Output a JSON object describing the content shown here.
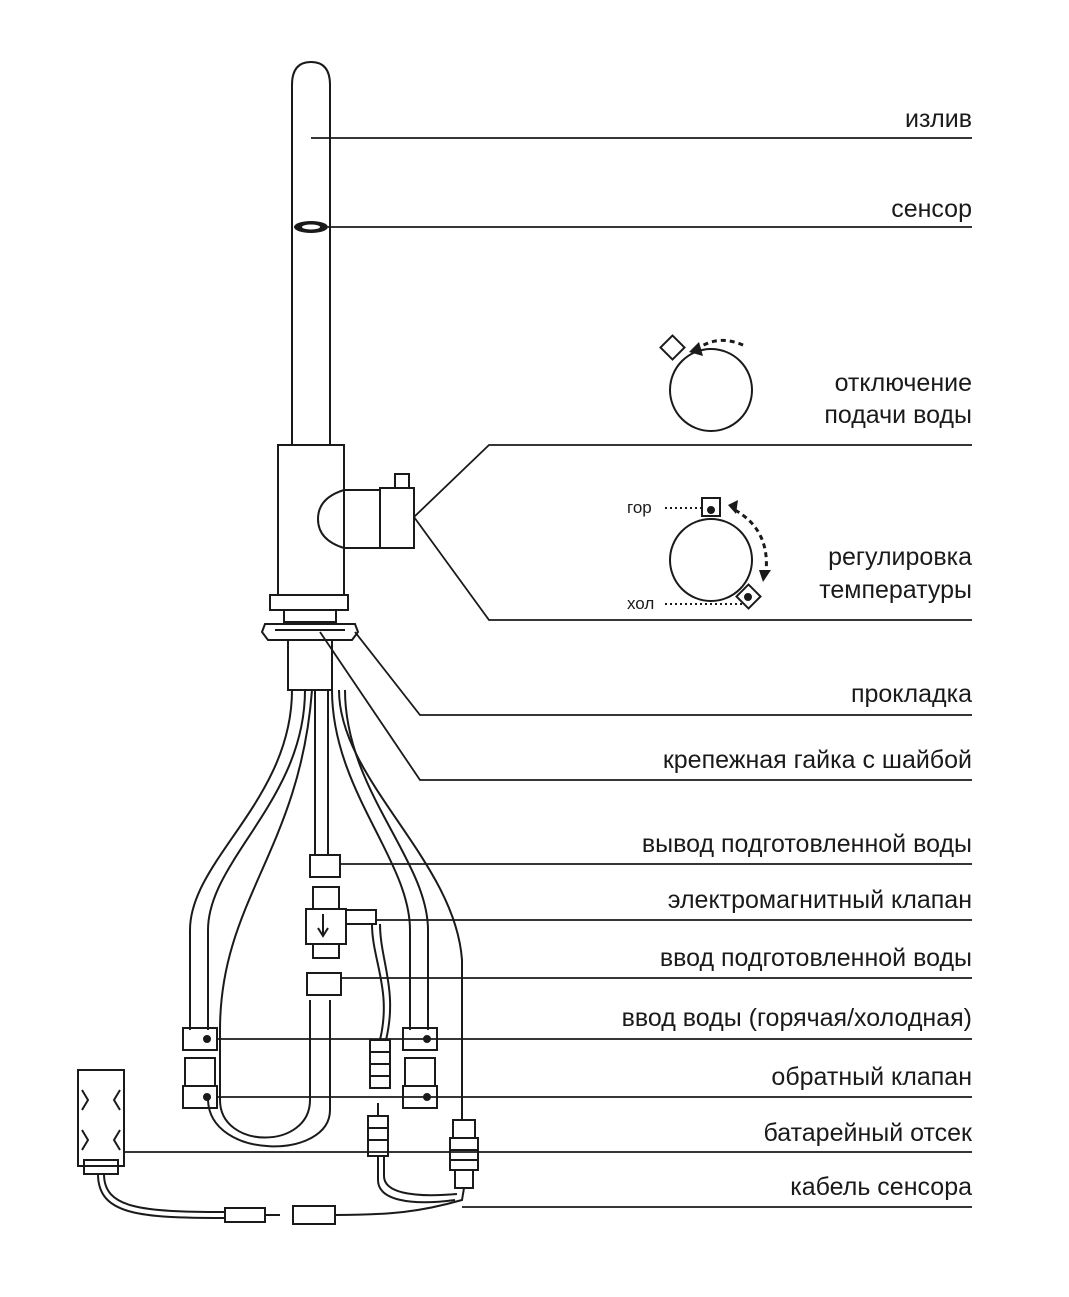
{
  "labels": {
    "spout": "излив",
    "sensor": "сенсор",
    "shutoff_1": "отключение",
    "shutoff_2": "подачи воды",
    "temp_1": "регулировка",
    "temp_2": "температуры",
    "gasket": "прокладка",
    "nut": "крепежная гайка с шайбой",
    "treated_out": "вывод подготовленной воды",
    "solenoid": "электромагнитный клапан",
    "treated_in": "ввод подготовленной воды",
    "water_in": "ввод воды (горячая/холодная)",
    "check_valve": "обратный клапан",
    "battery": "батарейный отсек",
    "sensor_cable": "кабель сенсора"
  },
  "dial_labels": {
    "hot": "гор",
    "cold": "хол"
  },
  "colors": {
    "line": "#1a1a1a",
    "background": "#ffffff"
  }
}
